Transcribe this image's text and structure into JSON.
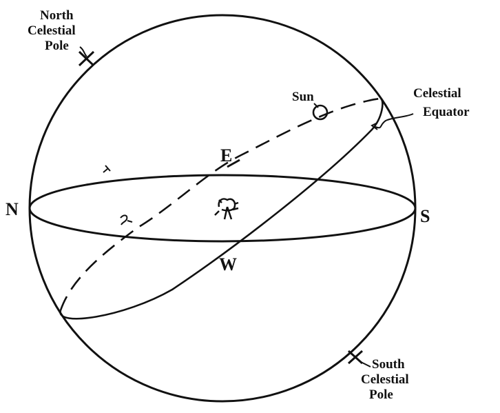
{
  "diagram": {
    "labels": {
      "north_celestial_pole": [
        "North",
        "Celestial",
        "Pole"
      ],
      "south_celestial_pole": [
        "South",
        "Celestial",
        "Pole"
      ],
      "celestial_equator": [
        "Celestial",
        "Equator"
      ],
      "sun": "Sun",
      "north": "N",
      "south": "S",
      "east": "E",
      "west": "W"
    },
    "colors": {
      "ink": "#111111",
      "background": "#ffffff"
    },
    "icons": [
      "observer-figure",
      "sun-circle"
    ]
  }
}
